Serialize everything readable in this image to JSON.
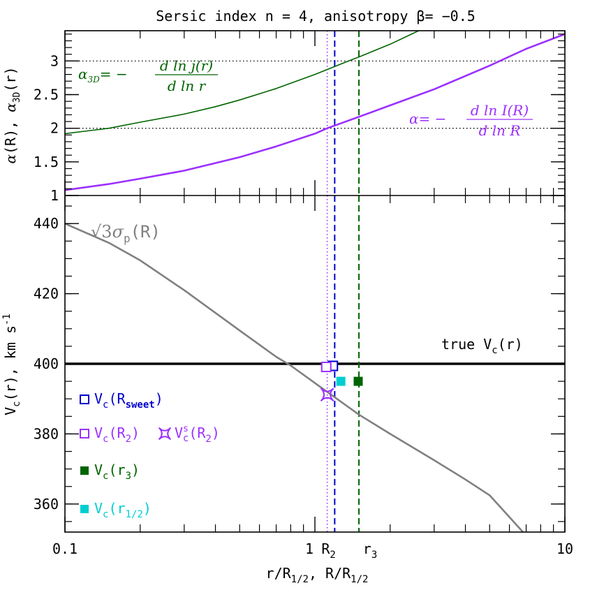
{
  "chart_data": {
    "type": "line",
    "title": "Sersic index n = 4, anisotropy β= −0.5",
    "xlabel": "r/R1/2, R/R1/2",
    "x_scale": "log",
    "xlim": [
      0.1,
      10
    ],
    "x_ticklabels": [
      {
        "value": 0.1,
        "label": "0.1"
      },
      {
        "value": 1,
        "label": "1"
      },
      {
        "value": 10,
        "label": "10"
      }
    ],
    "x_extra_labels": [
      {
        "value": 1.12,
        "label": "R",
        "sub": "2"
      },
      {
        "value": 1.5,
        "label": "r",
        "sub": "3"
      }
    ],
    "panels": [
      {
        "id": "top",
        "ylabel": "α(R), α3D(r)",
        "ylim": [
          1,
          3.45
        ],
        "y_ticklabels": [
          "1",
          "1.5",
          "2",
          "2.5",
          "3"
        ],
        "y_ticks": [
          1,
          1.5,
          2,
          2.5,
          3
        ],
        "hlines": [
          {
            "y": 2,
            "style": "dotted",
            "color": "#000000"
          },
          {
            "y": 3,
            "style": "dotted",
            "color": "#000000"
          }
        ],
        "series": [
          {
            "color": "#006400",
            "points": [
              [
                0.1,
                1.92
              ],
              [
                0.15,
                2.0
              ],
              [
                0.2,
                2.09
              ],
              [
                0.3,
                2.21
              ],
              [
                0.4,
                2.32
              ],
              [
                0.5,
                2.42
              ],
              [
                0.7,
                2.59
              ],
              [
                1.0,
                2.8
              ],
              [
                1.3,
                2.97
              ],
              [
                1.5,
                3.06
              ],
              [
                2.0,
                3.25
              ],
              [
                2.6,
                3.45
              ]
            ]
          },
          {
            "color": "#9b30ff",
            "points": [
              [
                0.1,
                1.08
              ],
              [
                0.15,
                1.17
              ],
              [
                0.2,
                1.25
              ],
              [
                0.3,
                1.37
              ],
              [
                0.5,
                1.57
              ],
              [
                0.7,
                1.73
              ],
              [
                1.0,
                1.92
              ],
              [
                1.12,
                2.0
              ],
              [
                1.5,
                2.17
              ],
              [
                2.0,
                2.34
              ],
              [
                3.0,
                2.58
              ],
              [
                5.0,
                2.93
              ],
              [
                7.0,
                3.18
              ],
              [
                10.0,
                3.4
              ]
            ]
          }
        ],
        "annotations": [
          {
            "id": "alpha3d",
            "prefix": "α",
            "sub": "3D",
            "mid": "= −",
            "numerator": "d ln j(r)",
            "denominator": "d ln r",
            "color": "#006400"
          },
          {
            "id": "alpha2d",
            "prefix": "α",
            "sub": "",
            "mid": "= −",
            "numerator": "d ln I(R)",
            "denominator": "d ln R",
            "color": "#9b30ff"
          }
        ]
      },
      {
        "id": "bottom",
        "ylabel": "Vc(r),  km s-1",
        "ylim": [
          352,
          448
        ],
        "y_ticklabels": [
          "360",
          "380",
          "400",
          "420",
          "440"
        ],
        "y_ticks": [
          360,
          380,
          400,
          420,
          440
        ],
        "hlines": [
          {
            "y": 400,
            "style": "solid",
            "color": "#000000",
            "label": "true Vc(r)"
          }
        ],
        "series": [
          {
            "label": "√3σp(R)",
            "color": "#808080",
            "points": [
              [
                0.1,
                440.0
              ],
              [
                0.15,
                434.5
              ],
              [
                0.2,
                429.5
              ],
              [
                0.3,
                421.0
              ],
              [
                0.5,
                409.5
              ],
              [
                0.7,
                402.0
              ],
              [
                0.8,
                399.5
              ],
              [
                1.0,
                394.5
              ],
              [
                1.12,
                392.0
              ],
              [
                1.5,
                385.5
              ],
              [
                2.0,
                380.0
              ],
              [
                3.0,
                372.5
              ],
              [
                4.0,
                367.0
              ],
              [
                5.0,
                362.5
              ],
              [
                6.8,
                352.0
              ]
            ]
          }
        ],
        "markers": [
          {
            "name": "Vc(Rsweet)",
            "x": 1.18,
            "y": 399.4,
            "shape": "open-square",
            "color": "#0000cd"
          },
          {
            "name": "Vc(R2)",
            "x": 1.11,
            "y": 399.1,
            "shape": "open-square",
            "color": "#9b30ff"
          },
          {
            "name": "Vsc(R2)",
            "x": 1.12,
            "y": 391.2,
            "shape": "star",
            "color": "#9b30ff"
          },
          {
            "name": "Vc(r3)",
            "x": 1.49,
            "y": 395.0,
            "shape": "filled-square",
            "color": "#006400"
          },
          {
            "name": "Vc(r1/2)",
            "x": 1.27,
            "y": 395.0,
            "shape": "filled-square",
            "color": "#00ced1"
          }
        ],
        "legend": [
          {
            "main": "V",
            "sub": "c",
            "paren": "R",
            "psub": "sweet",
            "shape": "open-square",
            "color": "#0000cd"
          },
          {
            "main": "V",
            "sub": "c",
            "paren": "R",
            "psub": "2",
            "shape": "open-square",
            "color": "#9b30ff"
          },
          {
            "main": "V",
            "sup": "s",
            "sub": "c",
            "paren": "R",
            "psub": "2",
            "shape": "star",
            "color": "#9b30ff"
          },
          {
            "main": "V",
            "sub": "c",
            "paren": "r",
            "psub": "3",
            "shape": "filled-square",
            "color": "#006400"
          },
          {
            "main": "V",
            "sub": "c",
            "paren": "r",
            "psub": "1/2",
            "shape": "filled-square",
            "color": "#00ced1"
          }
        ]
      }
    ],
    "vlines": [
      {
        "x": 1.12,
        "style": "dotted",
        "color": "#9b30ff"
      },
      {
        "x": 1.2,
        "style": "dashed",
        "color": "#0000cd"
      },
      {
        "x": 1.5,
        "style": "dashed",
        "color": "#006400"
      }
    ],
    "grid": false
  }
}
